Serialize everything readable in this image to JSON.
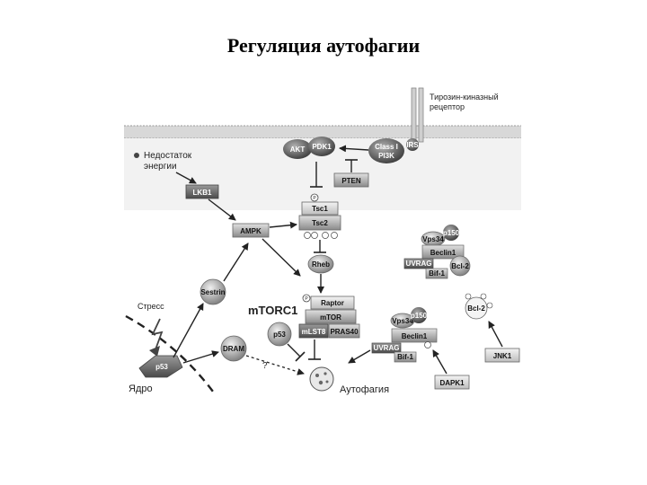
{
  "title": "Регуляция аутофагии",
  "labels": {
    "rtk": [
      "Тирозин-киназный",
      "рецептор"
    ],
    "energy": [
      "Недостаток",
      "энергии"
    ],
    "stress": "Стресс",
    "nucleus": "Ядро",
    "mtorc1": "mTORC1",
    "autophagy": "Аутофагия",
    "question": "?"
  },
  "nodes": {
    "akt": "AKT",
    "pdk1": "PDK1",
    "pi3k": [
      "Class I",
      "PI3K"
    ],
    "irs": "IRS",
    "pten": "PTEN",
    "lkb1": "LKB1",
    "ampk": "AMPK",
    "tsc1": "Tsc1",
    "tsc2": "Tsc2",
    "rheb": "Rheb",
    "raptor": "Raptor",
    "mtor": "mTOR",
    "mlst8": "mLST8",
    "pras40": "PRAS40",
    "sestrin": "Sestrin",
    "dram": "DRAM",
    "p53_cyto": "p53",
    "p53_nuc": "p53",
    "beclin1_top": "Beclin1",
    "vps34_top": "Vps34",
    "p150_top": "p150",
    "uvrag_top": "UVRAG",
    "bif1_top": "Bif-1",
    "bcl2_top": "Bcl-2",
    "beclin1_bot": "Beclin1",
    "vps34_bot": "Vps34",
    "p150_bot": "p150",
    "uvrag_bot": "UVRAG",
    "bif1_bot": "Bif-1",
    "bcl2_right": "Bcl-2",
    "jnk1": "JNK1",
    "dapk1": "DAPK1"
  },
  "phospho": "P"
}
